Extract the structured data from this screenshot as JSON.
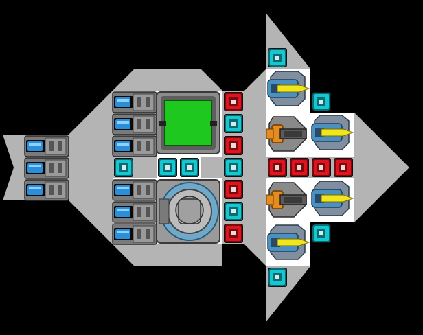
{
  "colors": {
    "background": "#000000",
    "hull": "#b4b4b4",
    "floor": "#ffffff",
    "armor_red": "#e0141e",
    "armor_cyan": "#14c8d2",
    "thruster_blue": "#2a8ed8",
    "cockpit_green": "#1ec81e",
    "laser_yellow": "#f0e61e",
    "cannon_orange": "#e68c1e"
  },
  "icons": {
    "thruster": "thruster-icon",
    "armor_red": "armor-block-red-icon",
    "armor_cyan": "armor-block-cyan-icon",
    "cockpit": "cockpit-icon",
    "reactor": "reactor-icon",
    "laser": "laser-turret-icon",
    "cannon": "cannon-turret-icon"
  },
  "counts": {
    "thrusters": 9,
    "armor_red": 8,
    "armor_cyan": 10,
    "laser_turrets": 4,
    "cannon_turrets": 2
  }
}
